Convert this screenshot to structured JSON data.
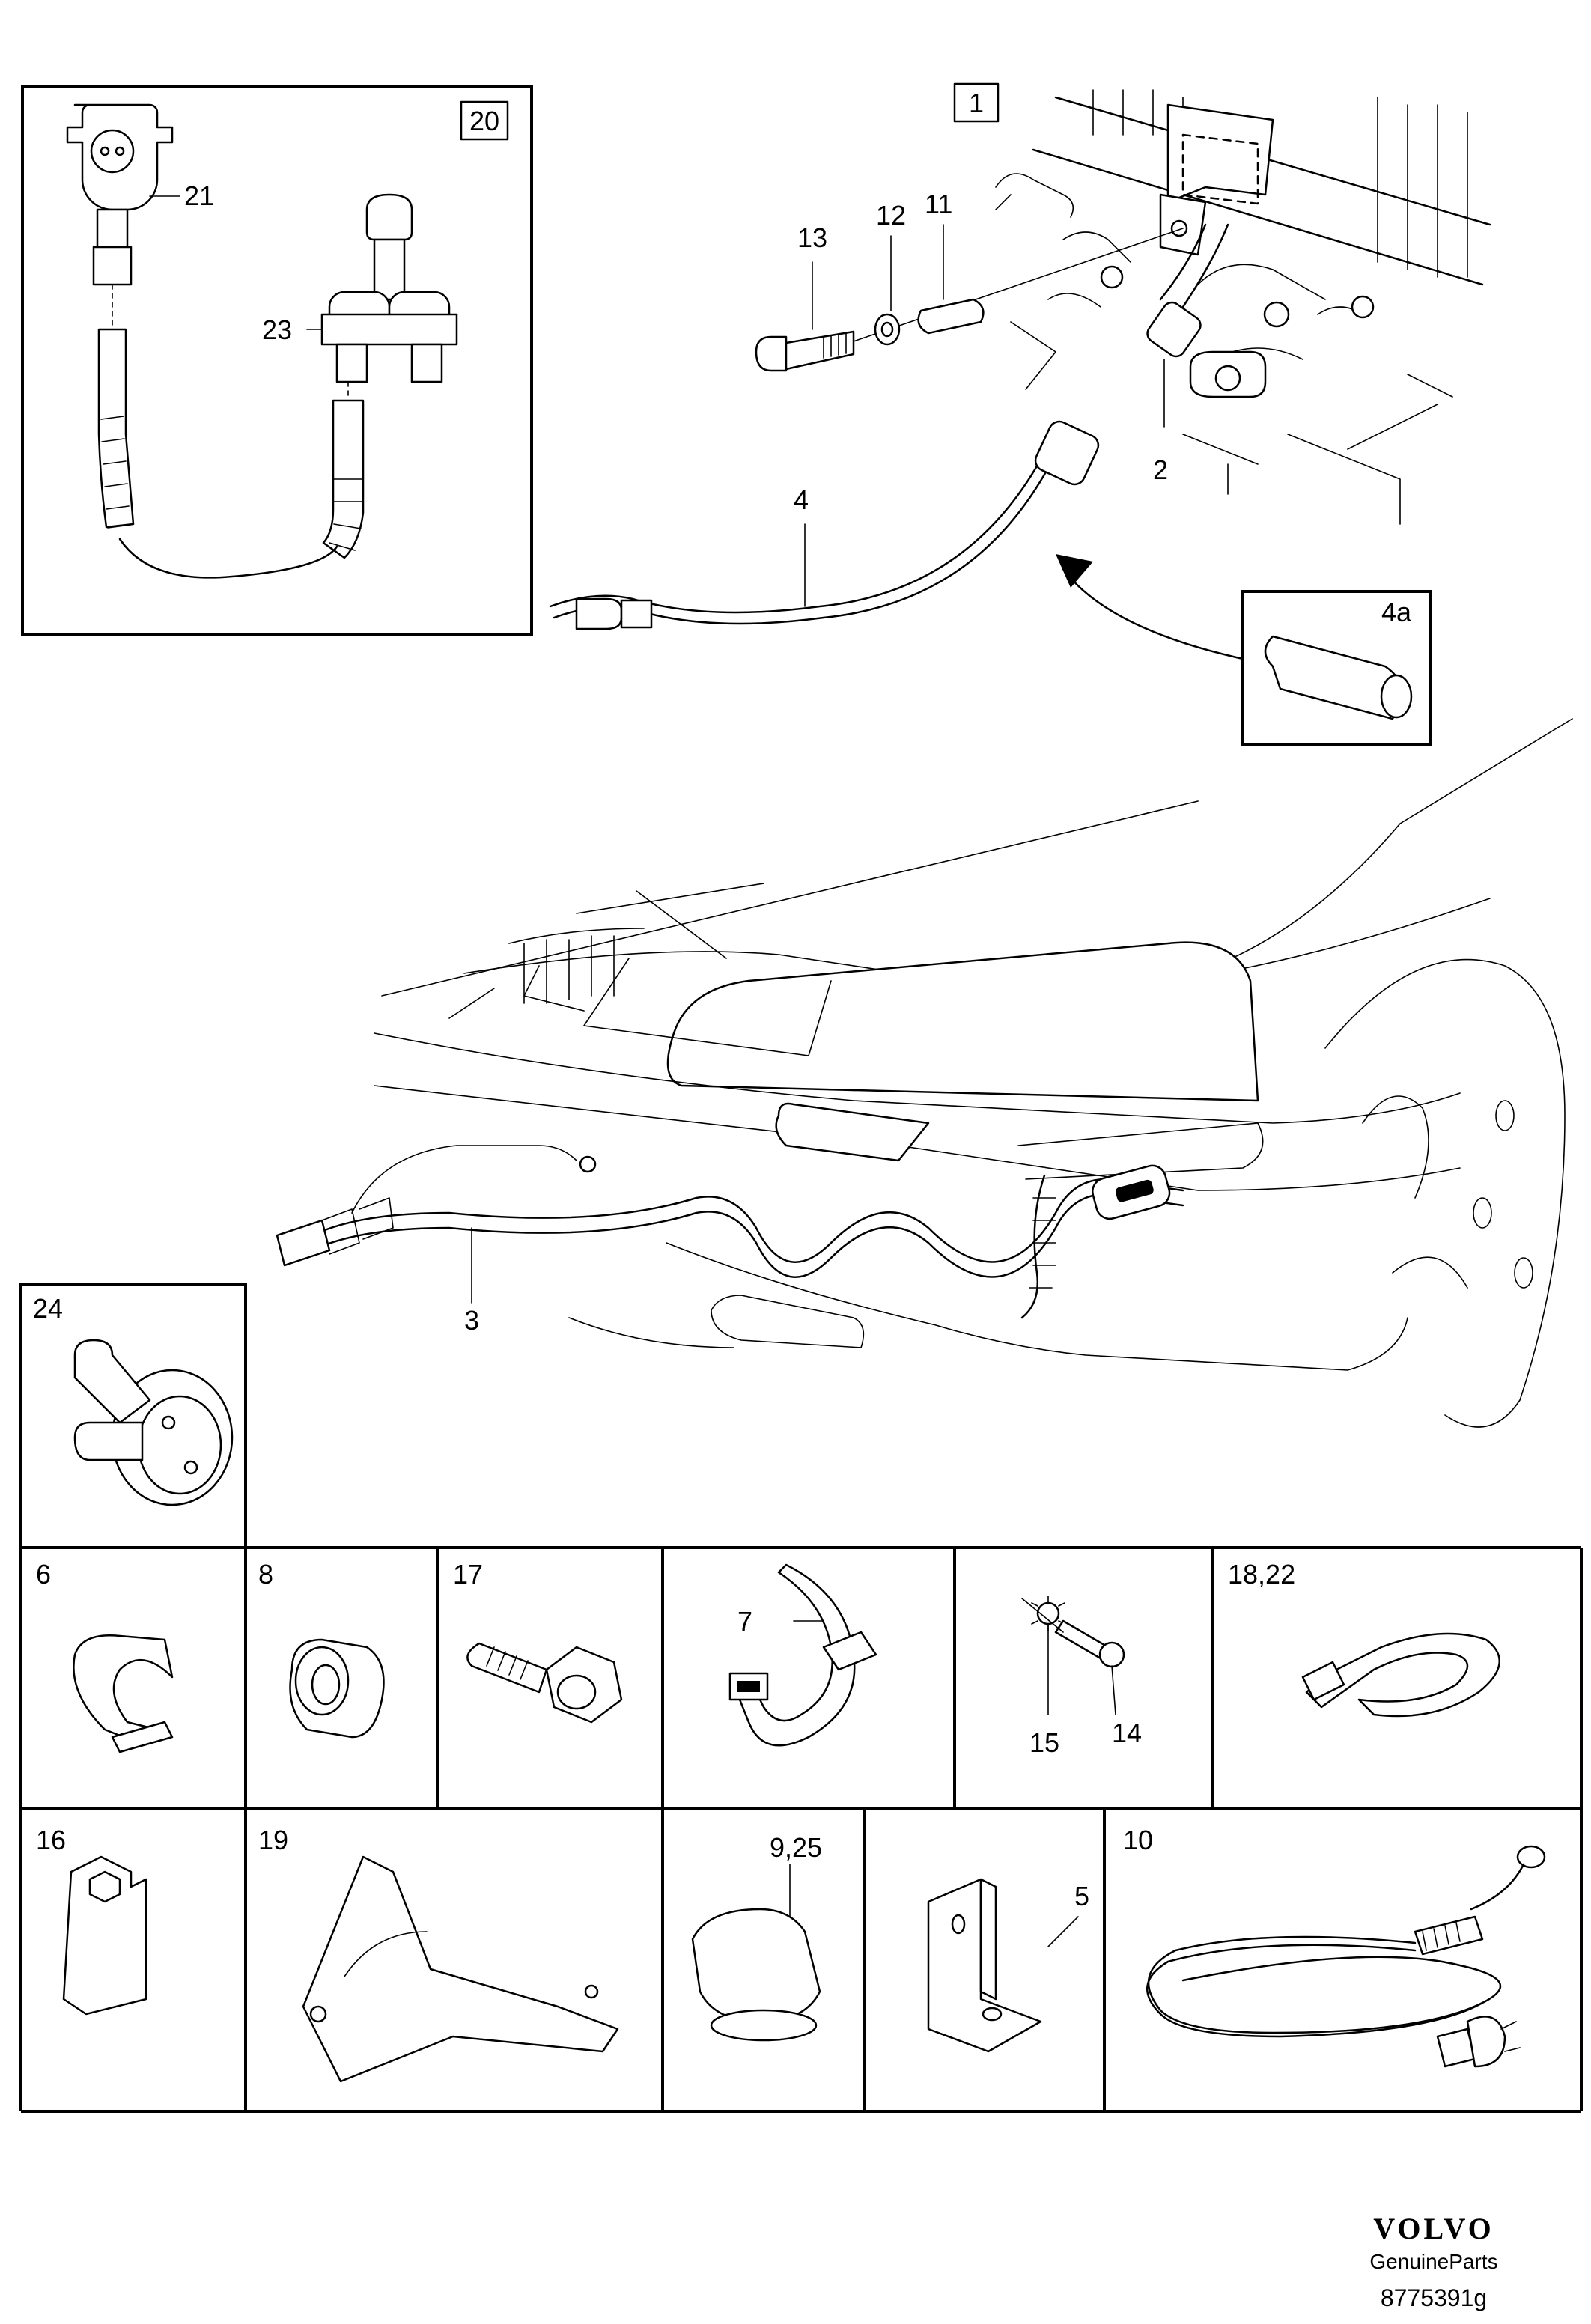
{
  "callouts": {
    "c1": "1",
    "c2": "2",
    "c3": "3",
    "c4": "4",
    "c4a": "4a",
    "c5": "5",
    "c6": "6",
    "c7": "7",
    "c8": "8",
    "c925": "9,25",
    "c10": "10",
    "c11": "11",
    "c12": "12",
    "c13": "13",
    "c14": "14",
    "c15": "15",
    "c16": "16",
    "c17": "17",
    "c1822": "18,22",
    "c19": "19",
    "c20": "20",
    "c21": "21",
    "c23": "23",
    "c24": "24"
  },
  "branding": {
    "logo": "VOLVO",
    "tagline": "GenuineParts",
    "drawing_number": "8775391g"
  }
}
